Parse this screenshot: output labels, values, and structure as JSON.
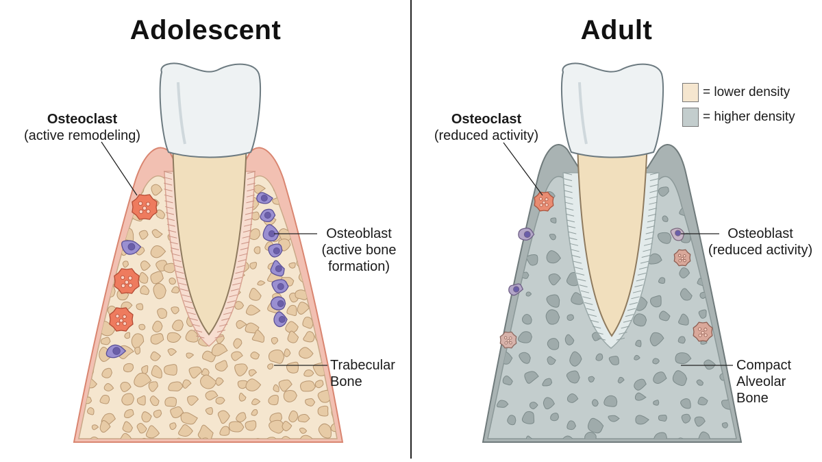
{
  "panels": {
    "left": {
      "title": "Adolescent",
      "osteoclast": {
        "name": "Osteoclast",
        "note": "(active remodeling)"
      },
      "osteoblast": {
        "name": "Osteoblast",
        "note1": "(active bone",
        "note2": "formation)"
      },
      "bone": {
        "line1": "Trabecular",
        "line2": "Bone"
      }
    },
    "right": {
      "title": "Adult",
      "osteoclast": {
        "name": "Osteoclast",
        "note": "(reduced activity)"
      },
      "osteoblast": {
        "name": "Osteoblast",
        "note": "(reduced activity)"
      },
      "bone": {
        "line1": "Compact",
        "line2": "Alveolar",
        "line3": "Bone"
      }
    }
  },
  "legend": {
    "lower": {
      "label": "= lower density",
      "color": "#f5e6cf"
    },
    "higher": {
      "label": "= higher density",
      "color": "#c3cdcd"
    }
  },
  "colors": {
    "enamel": "#eef2f3",
    "dentin": "#f1dfbd",
    "gum_adolescent": "#f2c0b2",
    "bone_adolescent": "#f5e6cf",
    "bone_adult": "#c3cdcd",
    "osteoclast": "#ee7b5e",
    "osteoblast": "#9a8fd1"
  }
}
